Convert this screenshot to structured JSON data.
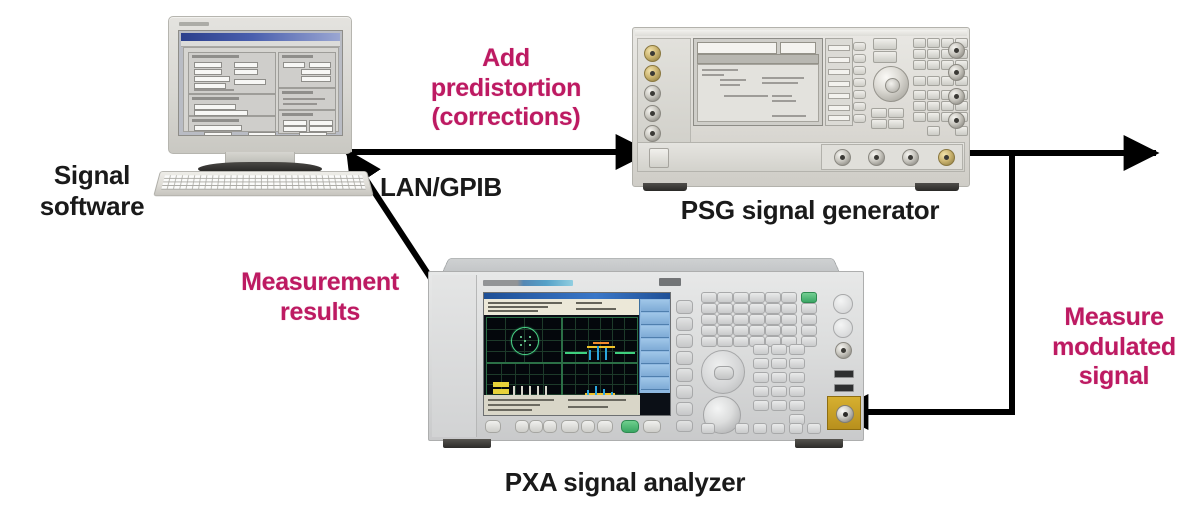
{
  "diagram": {
    "title": "Signal software predistortion measurement setup",
    "background_color": "#ffffff",
    "accent_magenta": "#bd1a62",
    "text_black": "#1a1a1a"
  },
  "labels": {
    "signal_software": "Signal\nsoftware",
    "add_predistortion": "Add\npredistortion\n(corrections)",
    "lan_gpib": "LAN/GPIB",
    "measurement_results": "Measurement\nresults",
    "psg_caption": "PSG signal generator",
    "pxa_caption": "PXA signal analyzer",
    "measure_modulated": "Measure\nmodulated\nsignal"
  },
  "nodes": [
    {
      "id": "computer",
      "name": "Signal software PC",
      "caption": "Signal software"
    },
    {
      "id": "psg",
      "name": "PSG signal generator",
      "caption": "PSG signal generator"
    },
    {
      "id": "pxa",
      "name": "PXA signal analyzer",
      "caption": "PXA signal analyzer"
    }
  ],
  "connections": [
    {
      "id": "pc-to-psg",
      "from": "computer",
      "to": "psg",
      "label": "Add predistortion (corrections)",
      "bus": "LAN/GPIB",
      "direction": "right",
      "color": "#000000"
    },
    {
      "id": "pxa-to-pc",
      "from": "pxa",
      "to": "computer",
      "label": "Measurement results",
      "bus": "LAN/GPIB",
      "direction": "up-left",
      "color": "#000000"
    },
    {
      "id": "psg-rf-out",
      "from": "psg",
      "to": "dut",
      "label": "",
      "direction": "right",
      "color": "#000000"
    },
    {
      "id": "rf-to-pxa",
      "from": "psg",
      "to": "pxa",
      "label": "Measure modulated signal",
      "direction": "left",
      "color": "#000000"
    }
  ]
}
